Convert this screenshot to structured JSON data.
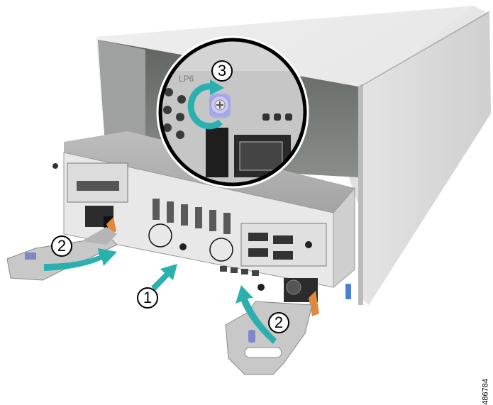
{
  "figure": {
    "description": "Rear view of server chassis showing installation of a module with two latch levers and a captive thumbscrew",
    "figure_number": "486784"
  },
  "callouts": [
    {
      "id": "1",
      "label": "1",
      "meaning": "Push module into chassis"
    },
    {
      "id": "2a",
      "label": "2",
      "meaning": "Close left latch lever"
    },
    {
      "id": "2b",
      "label": "2",
      "meaning": "Close right latch lever"
    },
    {
      "id": "3",
      "label": "3",
      "meaning": "Tighten captive thumbscrew"
    }
  ],
  "detail_inset": {
    "slot_label": "LP6",
    "callout": "3"
  },
  "colors": {
    "arrow": "#2bb0b0",
    "thumbscrew": "#a9a8e8",
    "chassis": "#d6d6d6",
    "chassis_dark": "#6f7370",
    "latch_tab": "#e0893a",
    "outline": "#000000"
  }
}
